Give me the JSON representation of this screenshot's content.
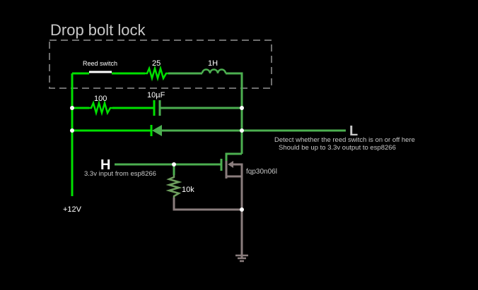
{
  "title": "Drop bolt lock",
  "colors": {
    "background": "#000000",
    "wire_bright": "#00e000",
    "wire_dim": "#4caf50",
    "wire_ground": "#8a7d7d",
    "box_dash": "#6e6e6e",
    "text": "#ffffff",
    "title_text": "#c8c8c8"
  },
  "components": {
    "reed_switch": {
      "label": "Reed switch"
    },
    "resistor_25": {
      "label": "25"
    },
    "inductor": {
      "label": "1H"
    },
    "resistor_100": {
      "label": "100"
    },
    "capacitor": {
      "label": "10µF"
    },
    "resistor_10k": {
      "label": "10k"
    },
    "mosfet": {
      "label": "fqp30n06l"
    },
    "supply": {
      "label": "+12V"
    }
  },
  "terminals": {
    "high": {
      "label": "H",
      "note": "3.3v input from esp8266"
    },
    "low": {
      "label": "L",
      "note_line1": "Detect whether the reed switch is on or off here",
      "note_line2": "Should be up to 3.3v output to esp8266"
    }
  }
}
